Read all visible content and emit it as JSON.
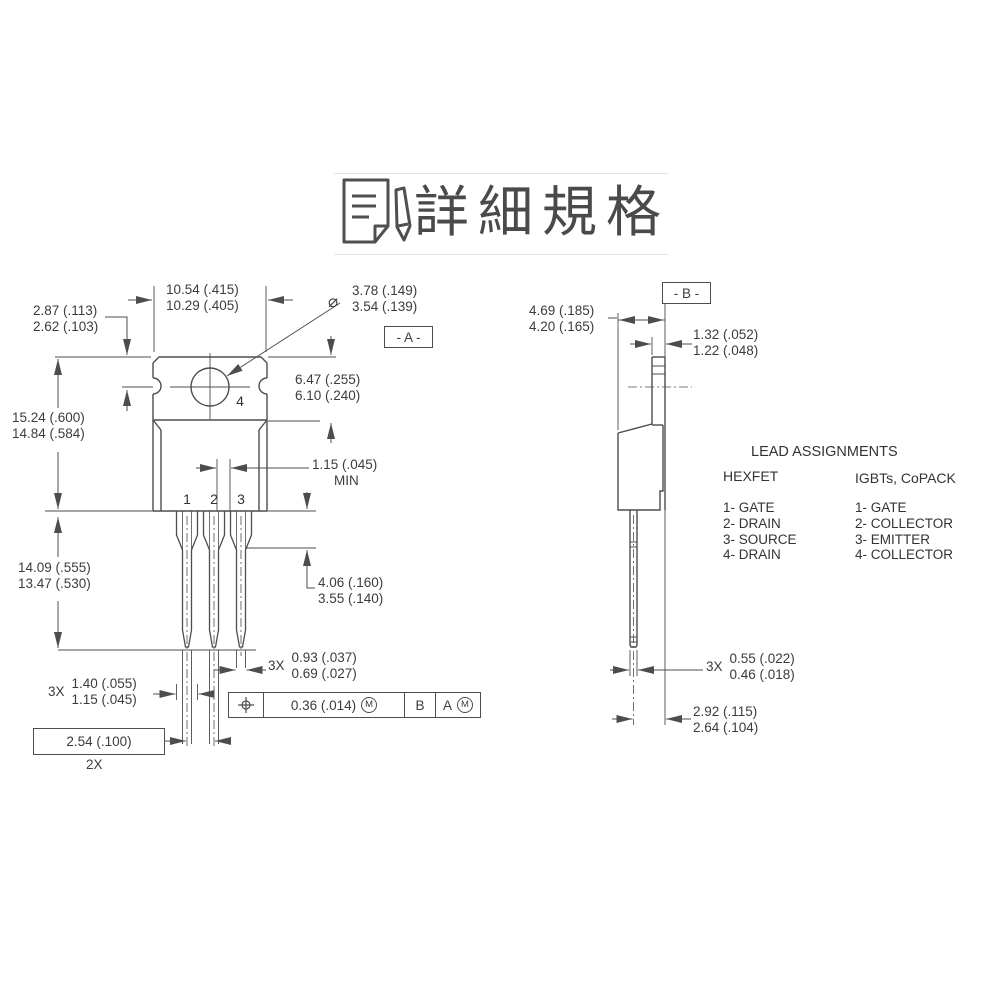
{
  "colors": {
    "background": "#ffffff",
    "line": "#4d4d4d",
    "text": "#3c3c3c"
  },
  "header": {
    "title": "詳細規格",
    "icon": "document-pencil"
  },
  "front_view": {
    "pin_labels": {
      "p1": "1",
      "p2": "2",
      "p3": "3",
      "p4": "4"
    },
    "datum_a": "- A -",
    "dims": {
      "tab_width": {
        "l1": "10.54 (.415)",
        "l2": "10.29 (.405)"
      },
      "hole_offset": {
        "l1": "2.87 (.113)",
        "l2": "2.62 (.103)"
      },
      "body_height": {
        "l1": "15.24 (.600)",
        "l2": "14.84 (.584)"
      },
      "lead_length": {
        "l1": "14.09 (.555)",
        "l2": "13.47 (.530)"
      },
      "hole_diameter": {
        "symbol": "⌀",
        "l1": "3.78 (.149)",
        "l2": "3.54 (.139)"
      },
      "tab_height": {
        "l1": "6.47 (.255)",
        "l2": "6.10 (.240)"
      },
      "lead_gap": {
        "l1": "1.15 (.045)",
        "l2": "MIN"
      },
      "shoulder_length": {
        "l1": "4.06 (.160)",
        "l2": "3.55 (.140)"
      },
      "lead_tip_width": {
        "qty": "3X",
        "l1": "0.93 (.037)",
        "l2": "0.69 (.027)"
      },
      "lead_width": {
        "qty": "3X",
        "l1": "1.40 (.055)",
        "l2": "1.15 (.045)"
      },
      "lead_pitch": {
        "value": "2.54 (.100)",
        "qty": "2X"
      }
    },
    "tolerance_frame": {
      "symbol": "position",
      "value": "0.36 (.014)",
      "m1": "M",
      "datum1": "B",
      "datum2": "A",
      "m2": "M"
    }
  },
  "side_view": {
    "datum_b": "- B -",
    "dims": {
      "body_depth": {
        "l1": "4.69 (.185)",
        "l2": "4.20 (.165)"
      },
      "tab_thickness": {
        "l1": "1.32 (.052)",
        "l2": "1.22 (.048)"
      },
      "lead_thickness": {
        "qty": "3X",
        "l1": "0.55 (.022)",
        "l2": "0.46 (.018)"
      },
      "lead_offset": {
        "l1": "2.92 (.115)",
        "l2": "2.64 (.104)"
      }
    }
  },
  "lead_assignments": {
    "title": "LEAD ASSIGNMENTS",
    "columns": [
      {
        "header": "HEXFET",
        "items": [
          "1- GATE",
          "2- DRAIN",
          "3- SOURCE",
          "4- DRAIN"
        ]
      },
      {
        "header": "IGBTs, CoPACK",
        "items": [
          "1- GATE",
          "2- COLLECTOR",
          "3- EMITTER",
          "4- COLLECTOR"
        ]
      }
    ]
  }
}
